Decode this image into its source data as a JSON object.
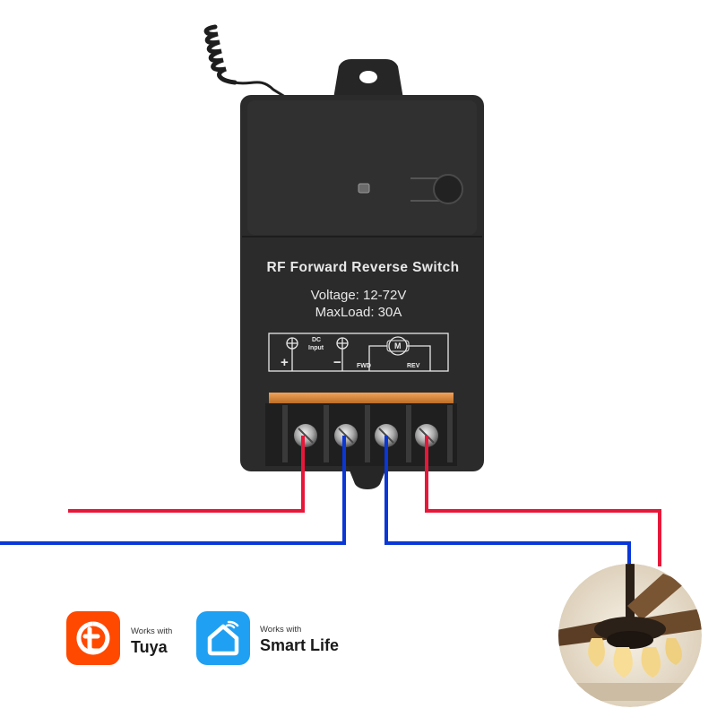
{
  "device": {
    "title": "RF Forward Reverse Switch",
    "voltage": "Voltage: 12-72V",
    "maxload": "MaxLoad: 30A",
    "diagram": {
      "dc_label_1": "DC",
      "dc_label_2": "Input",
      "plus": "+",
      "minus": "−",
      "motor": "M",
      "fwd": "FWD",
      "rev": "REV"
    }
  },
  "badges": [
    {
      "works_with": "Works with",
      "brand": "Tuya",
      "color": "#ff4800",
      "icon": "tuya-logo-icon"
    },
    {
      "works_with": "Works with",
      "brand": "Smart Life",
      "color": "#1fa0f2",
      "icon": "smart-life-home-icon"
    }
  ],
  "colors": {
    "wire_positive": "#e8173a",
    "wire_negative": "#0a37d6",
    "housing": "#2b2b2b",
    "terminal_bar": "#e08a3c"
  }
}
